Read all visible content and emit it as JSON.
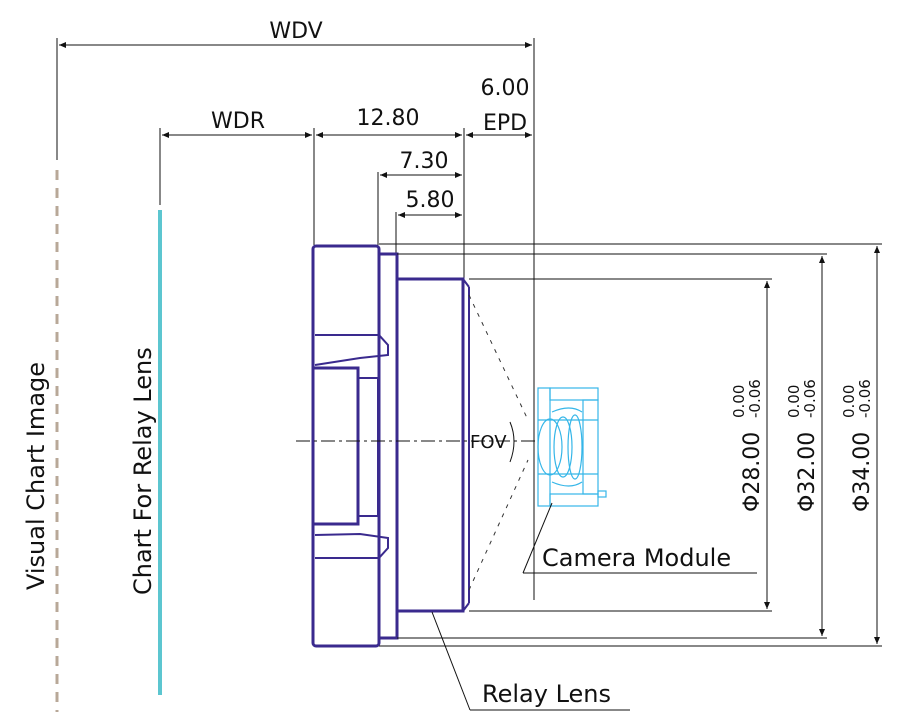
{
  "labels": {
    "wdv": "WDV",
    "wdr": "WDR",
    "dim_12_80": "12.80",
    "dim_6_00": "6.00",
    "epd": "EPD",
    "dim_7_30": "7.30",
    "dim_5_80": "5.80",
    "fov": "FOV",
    "camera_module": "Camera Module",
    "relay_lens": "Relay Lens",
    "chart_for_relay_lens": "Chart For Relay Lens",
    "visual_chart_image": "Visual Chart Image"
  },
  "diameters": [
    {
      "value": "Φ28.00",
      "tol_upper": "0.00",
      "tol_lower": "-0.06"
    },
    {
      "value": "Φ32.00",
      "tol_upper": "0.00",
      "tol_lower": "-0.06"
    },
    {
      "value": "Φ34.00",
      "tol_upper": "0.00",
      "tol_lower": "-0.06"
    }
  ],
  "colors": {
    "lens_body": "#3a2a8e",
    "camera_module": "#35b6e8",
    "relay_chart": "#5cc6d0",
    "visual_chart": "#b8a898"
  }
}
